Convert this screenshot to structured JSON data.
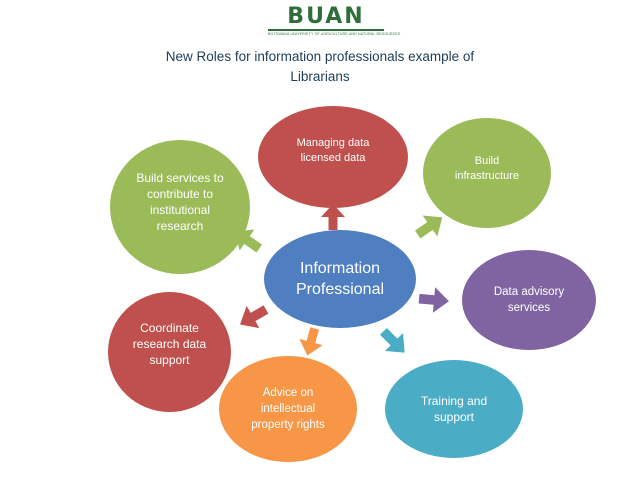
{
  "header": {
    "logo_text": "BUAN",
    "logo_subtitle": "BOTSWANA UNIVERSITY OF AGRICULTURE AND NATURAL RESOURCES"
  },
  "title": {
    "line1": "New Roles for information professionals example of",
    "line2": "Librarians"
  },
  "center": {
    "label": "Information\nProfessional",
    "color": "#4f7fc0"
  },
  "nodes": [
    {
      "id": "managing-data",
      "label": "Managing data\nlicensed data",
      "color": "#c0504d"
    },
    {
      "id": "build-infrastructure",
      "label": "Build\ninfrastructure",
      "color": "#9bbb59"
    },
    {
      "id": "data-advisory",
      "label": "Data advisory\nservices",
      "color": "#8064a2"
    },
    {
      "id": "training-support",
      "label": "Training and\nsupport",
      "color": "#4bacc6"
    },
    {
      "id": "advice-ip",
      "label": "Advice on\nintellectual\nproperty rights",
      "color": "#f79646"
    },
    {
      "id": "coordinate-research",
      "label": "Coordinate\nresearch data\nsupport",
      "color": "#c0504d"
    },
    {
      "id": "build-services",
      "label": "Build services to\ncontribute to\ninstitutional\nresearch",
      "color": "#9bbb59"
    }
  ]
}
